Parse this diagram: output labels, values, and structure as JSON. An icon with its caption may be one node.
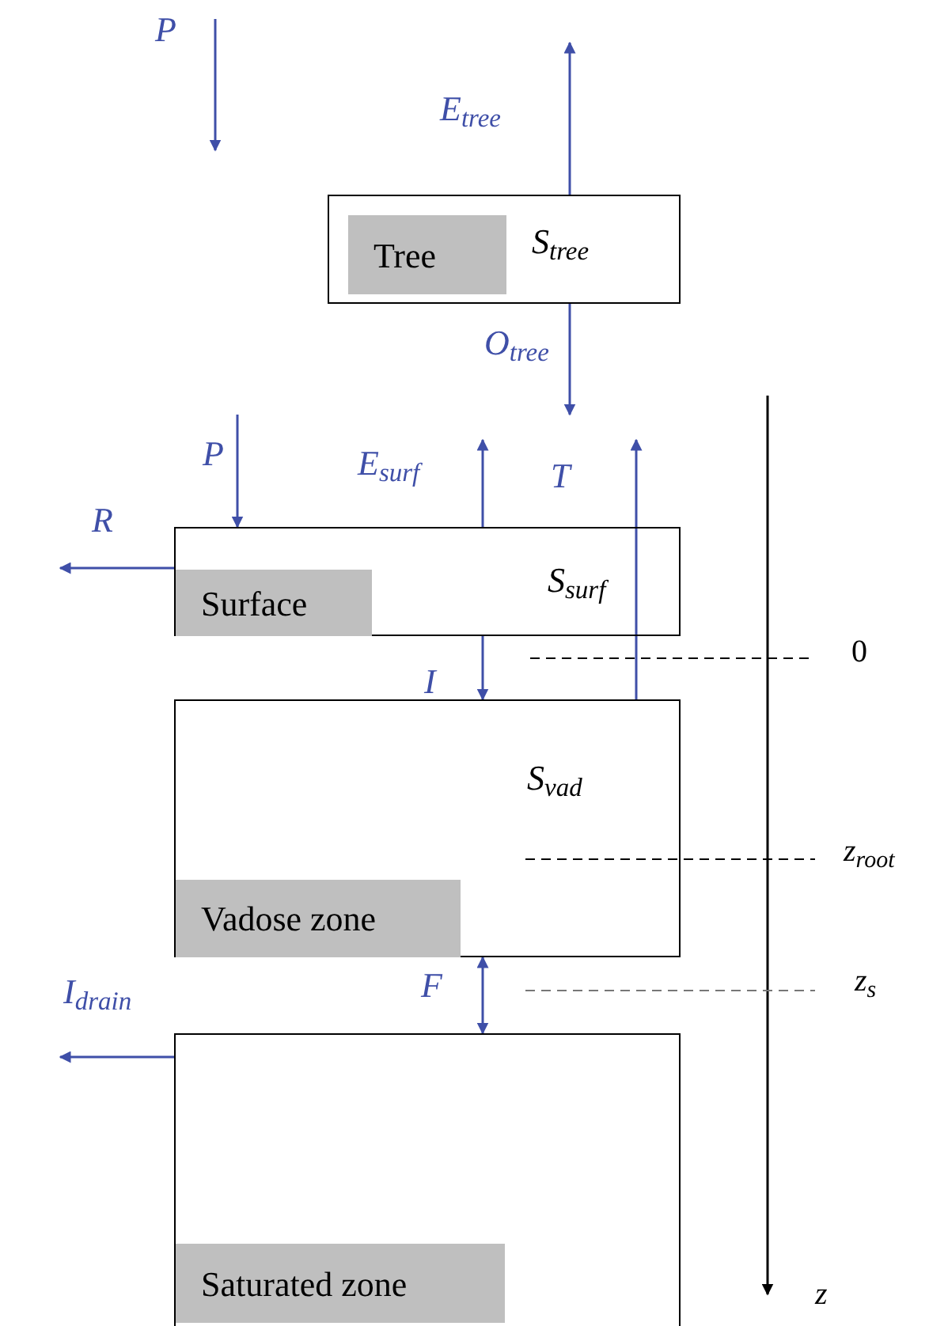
{
  "diagram": {
    "nodes": [
      {
        "text": [
          "Tree",
          "S$_{tree}$"
        ]
      },
      {
        "text": [
          "Surface",
          "S$_{surf}$"
        ]
      },
      {
        "text": [
          "Vadose zone",
          "S$_{vad}$"
        ]
      },
      {
        "text": [
          "Saturated zone"
        ]
      }
    ],
    "edges": [
      {
        "from": 0,
        "to": null,
        "arrow": "to",
        "label": "E$_{tree}$"
      },
      {
        "from": 0,
        "to": null,
        "arrow": "to",
        "label": "O$_{tree}$"
      },
      {
        "from": null,
        "to": 1,
        "arrow": "to",
        "label": "P"
      },
      {
        "from": 1,
        "to": null,
        "arrow": "to",
        "label": "R"
      },
      {
        "from": 1,
        "to": null,
        "arrow": "to",
        "label": "E$_{surf}$"
      },
      {
        "from": 2,
        "to": null,
        "arrow": "to",
        "label": "T"
      },
      {
        "from": 1,
        "to": 2,
        "arrow": "to",
        "label": "I"
      },
      {
        "from": 2,
        "to": 3,
        "arrow": "both",
        "label": "F"
      },
      {
        "from": 3,
        "to": null,
        "arrow": "to",
        "label": "I$_{drain}$"
      }
    ],
    "labels": [
      "P",
      "0",
      "z$_{root}$",
      "z$_{s}$",
      "z"
    ]
  }
}
